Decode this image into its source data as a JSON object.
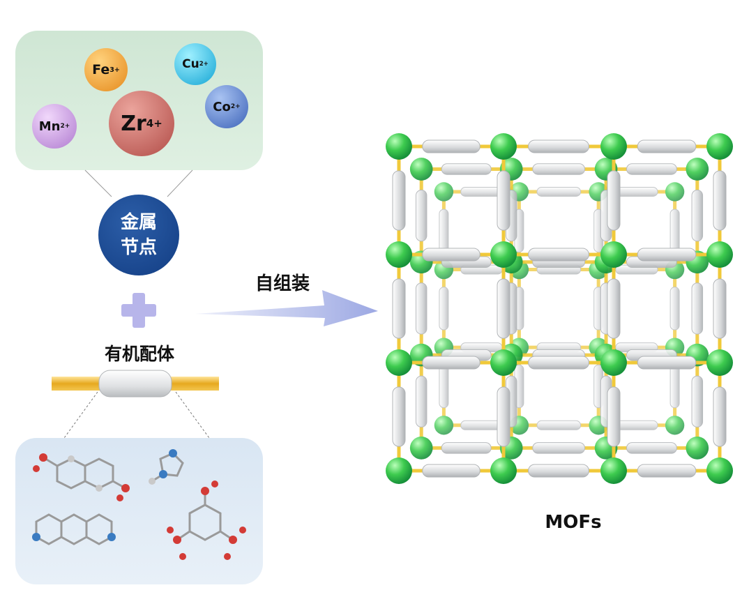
{
  "metal_nodes": {
    "label": "金属\n节点",
    "ions": [
      {
        "symbol": "Fe",
        "charge": "3+",
        "color": "#f2a23a"
      },
      {
        "symbol": "Cu",
        "charge": "2+",
        "color": "#29b8e0"
      },
      {
        "symbol": "Co",
        "charge": "2+",
        "color": "#4f76c9"
      },
      {
        "symbol": "Mn",
        "charge": "2+",
        "color": "#c28fdc"
      },
      {
        "symbol": "Zr",
        "charge": "4+",
        "color": "#c85f5a"
      }
    ]
  },
  "plus_sign": "+",
  "organic_ligand": {
    "label": "有机配体"
  },
  "process": {
    "label": "自组装"
  },
  "product": {
    "label": "MOFs"
  },
  "colors": {
    "node_circle": "#1b4a92",
    "plus": "#b7b5ea",
    "arrow": "#a9b3e6",
    "mof_node": "#3ecb4f",
    "rod": "#f0c93a",
    "linker": "#d4d6d8"
  }
}
